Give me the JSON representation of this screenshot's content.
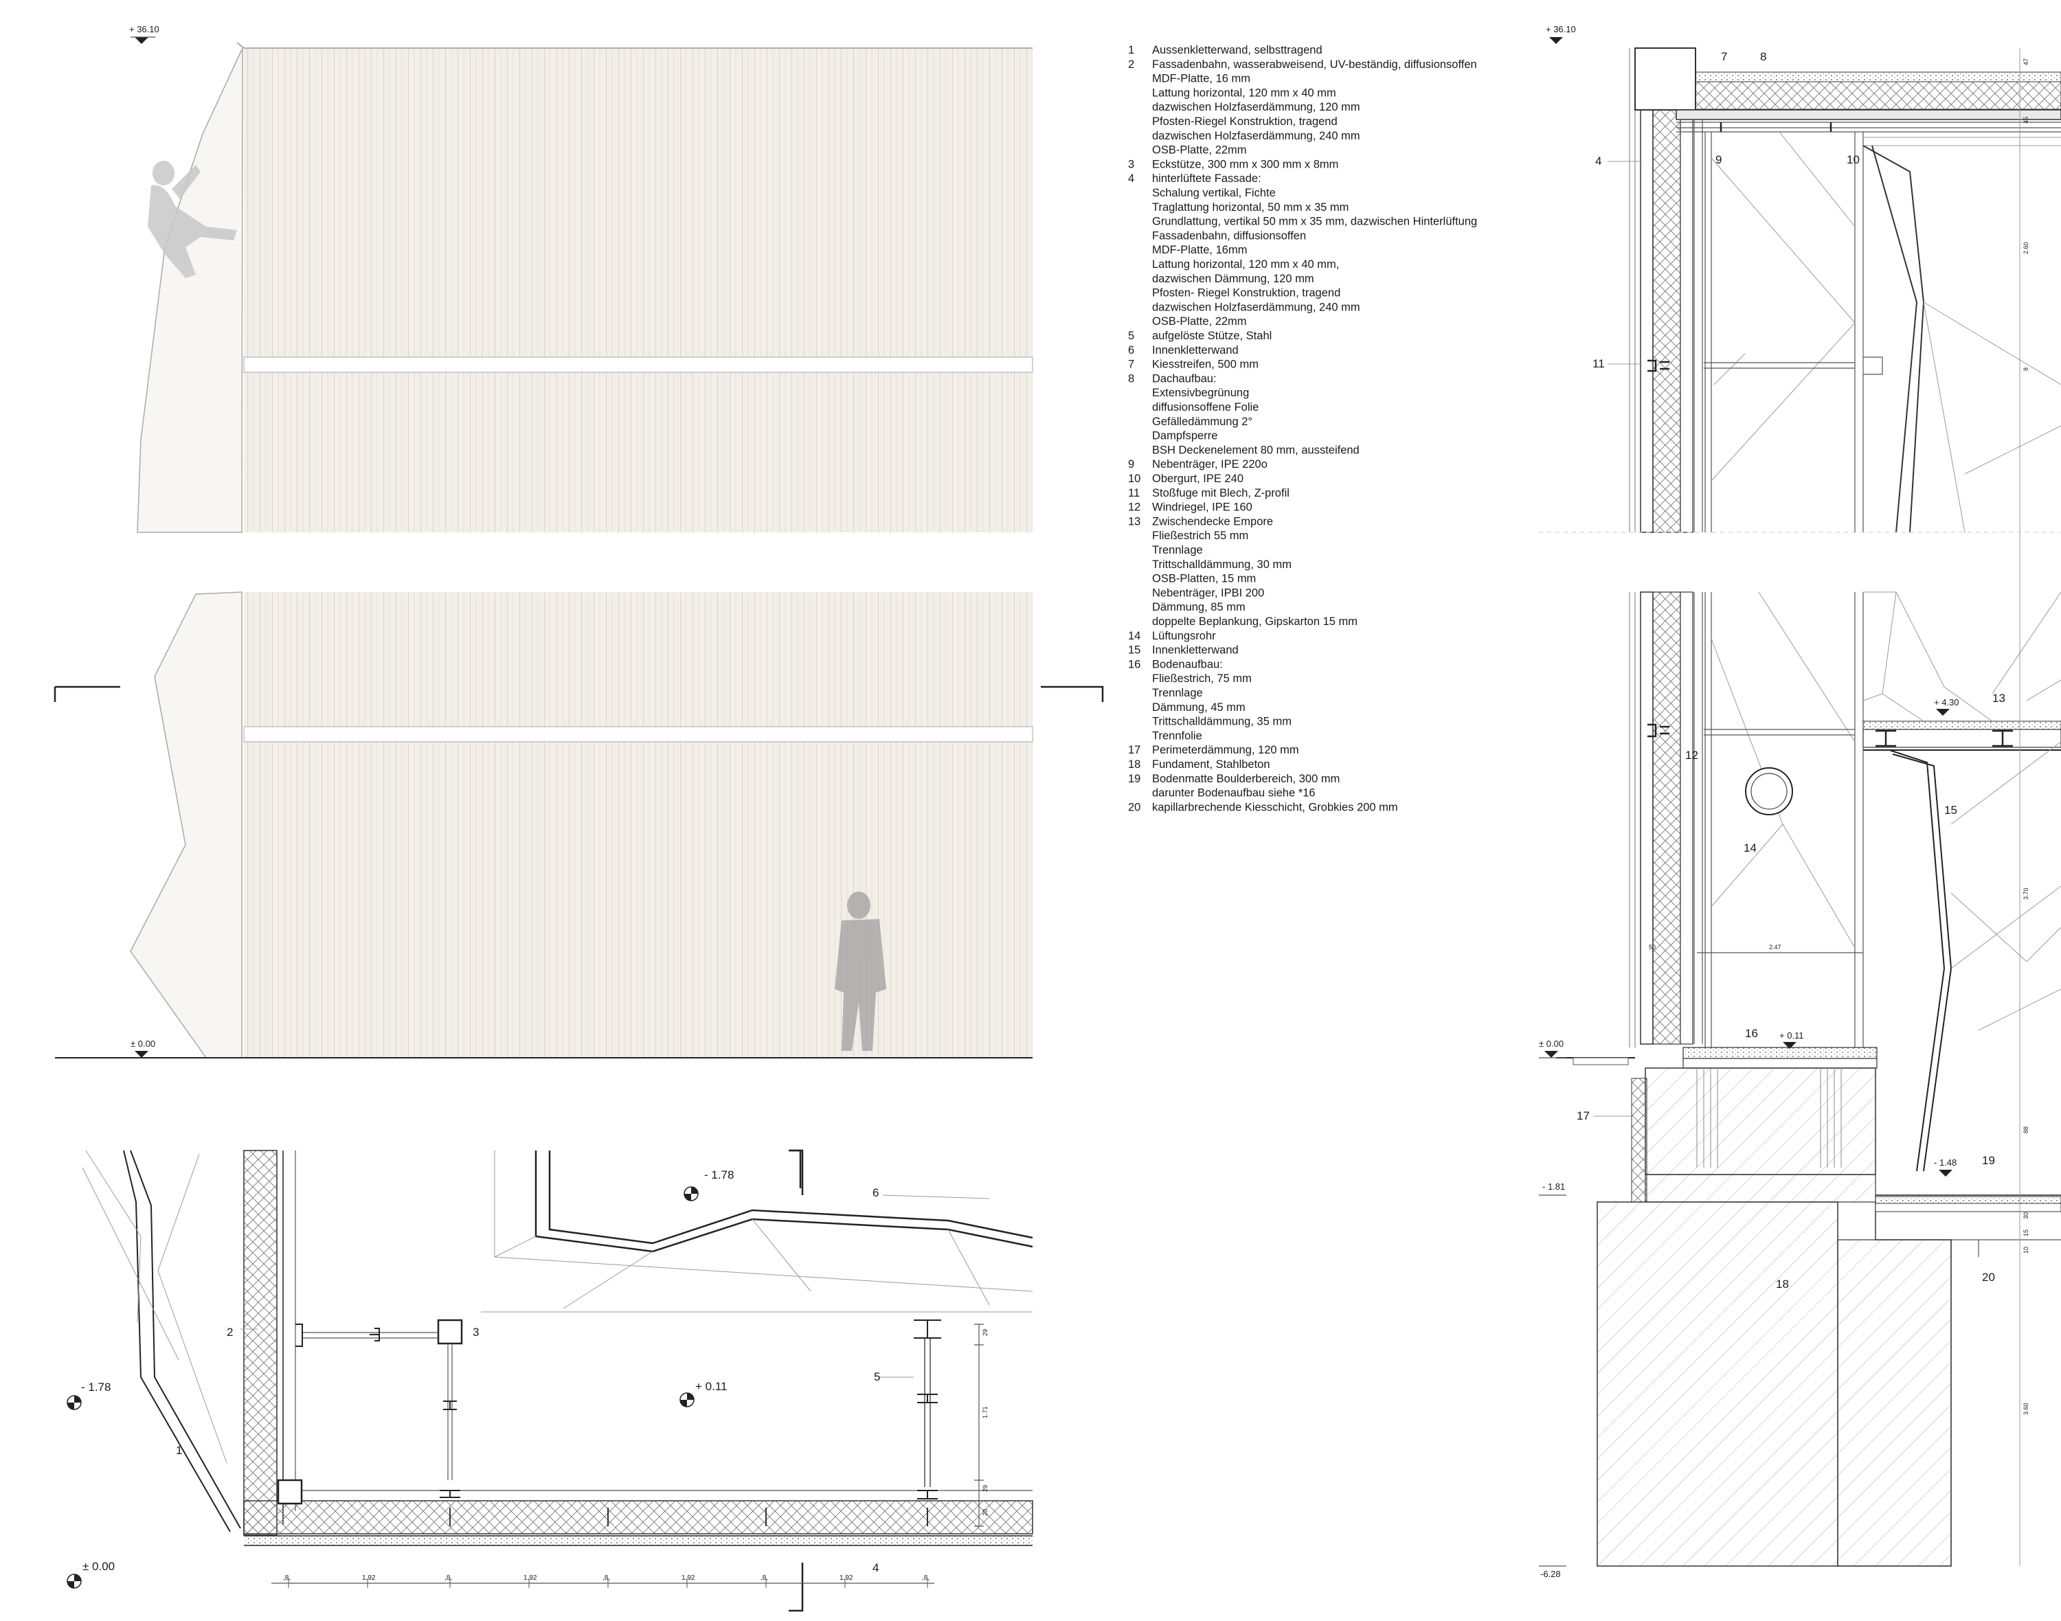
{
  "elevation": {
    "level_top": "+ 36.10",
    "level_ground": "± 0.00"
  },
  "legend": [
    {
      "num": "1",
      "lines": [
        "Aussenkletterwand, selbsttragend"
      ]
    },
    {
      "num": "2",
      "lines": [
        "Fassadenbahn, wasserabweisend, UV-beständig, diffusionsoffen",
        "MDF-Platte, 16 mm",
        "Lattung horizontal,  120 mm x 40 mm",
        "dazwischen Holzfaserdämmung, 120 mm",
        "Pfosten-Riegel Konstruktion, tragend",
        "dazwischen Holzfaserdämmung, 240 mm",
        "OSB-Platte, 22mm"
      ]
    },
    {
      "num": "3",
      "lines": [
        "Eckstütze, 300 mm x 300 mm x 8mm"
      ]
    },
    {
      "num": "4",
      "lines": [
        "hinterlüftete Fassade:",
        "Schalung vertikal, Fichte",
        "Traglattung horizontal, 50 mm x 35 mm",
        "Grundlattung, vertikal 50 mm x 35 mm, dazwischen Hinterlüftung",
        "Fassadenbahn, diffusionsoffen",
        "MDF-Platte, 16mm",
        "Lattung horizontal, 120 mm x 40 mm,",
        "dazwischen Dämmung, 120 mm",
        "Pfosten- Riegel Konstruktion, tragend",
        "dazwischen Holzfaserdämmung, 240 mm",
        "OSB-Platte, 22mm"
      ]
    },
    {
      "num": "5",
      "lines": [
        "aufgelöste Stütze, Stahl"
      ]
    },
    {
      "num": "6",
      "lines": [
        "Innenkletterwand"
      ]
    },
    {
      "num": "7",
      "lines": [
        "Kiesstreifen, 500 mm"
      ]
    },
    {
      "num": "8",
      "lines": [
        "Dachaufbau:",
        "Extensivbegrünung",
        "diffusionsoffene Folie",
        "Gefälledämmung 2°",
        "Dampfsperre",
        "BSH Deckenelement 80 mm, aussteifend"
      ]
    },
    {
      "num": "9",
      "lines": [
        "Nebenträger, IPE 220o"
      ]
    },
    {
      "num": "10",
      "lines": [
        "Obergurt, IPE 240"
      ]
    },
    {
      "num": "11",
      "lines": [
        "Stoßfuge mit Blech, Z-profil"
      ]
    },
    {
      "num": "12",
      "lines": [
        "Windriegel, IPE 160"
      ]
    },
    {
      "num": "13",
      "lines": [
        "Zwischendecke Empore",
        "Fließestrich 55 mm",
        "Trennlage",
        "Trittschalldämmung, 30 mm",
        "OSB-Platten, 15 mm",
        "Nebenträger, IPBI 200",
        "Dämmung, 85 mm",
        "doppelte Beplankung, Gipskarton 15 mm"
      ]
    },
    {
      "num": "14",
      "lines": [
        "Lüftungsrohr"
      ]
    },
    {
      "num": "15",
      "lines": [
        "Innenkletterwand"
      ]
    },
    {
      "num": "16",
      "lines": [
        "Bodenaufbau:",
        "Fließestrich, 75 mm",
        "Trennlage",
        "Dämmung, 45 mm",
        "Trittschalldämmung, 35 mm",
        "Trennfolie"
      ]
    },
    {
      "num": "17",
      "lines": [
        "Perimeterdämmung, 120 mm"
      ]
    },
    {
      "num": "18",
      "lines": [
        "Fundament, Stahlbeton"
      ]
    },
    {
      "num": "19",
      "lines": [
        "Bodenmatte Boulderbereich, 300 mm",
        "darunter Bodenaufbau siehe *16"
      ]
    },
    {
      "num": "20",
      "lines": [
        "kapillarbrechende Kiesschicht, Grobkies 200 mm"
      ]
    }
  ],
  "plan": {
    "level_minus_top": "- 1.78",
    "level_minus_left": "- 1.78",
    "level_inside": "+ 0.11",
    "level_zero": "± 0.00",
    "labels": {
      "l1": "1",
      "l2": "2",
      "l3": "3",
      "l4": "4",
      "l5": "5",
      "l6": "6"
    },
    "dims": [
      ",8,",
      "1.92",
      ",8,",
      "1.92",
      ",8,",
      "1.92",
      ",8,",
      "1.92",
      ",8,"
    ],
    "vdims": [
      "29",
      "1.71",
      "29",
      "20"
    ]
  },
  "section": {
    "level_top": "+ 36.10",
    "level_zero": "± 0.00",
    "level_floor": "+ 0.11",
    "level_empore": "+ 4.30",
    "level_pit": "- 1.48",
    "level_minus181": "- 1.81",
    "level_bottom": "-6.28",
    "labels": {
      "l4": "4",
      "l7": "7",
      "l8": "8",
      "l9": "9",
      "l10": "10",
      "l11": "11",
      "l12": "12",
      "l13": "13",
      "l14": "14",
      "l15": "15",
      "l16": "16",
      "l17": "17",
      "l18": "18",
      "l19": "19",
      "l20": "20"
    },
    "dim_247": "2.47",
    "dim_50": "50",
    "vdims": [
      "47",
      "45",
      "2.60",
      "8",
      "3.70",
      "88",
      "30",
      "15",
      "10",
      "3.60"
    ]
  }
}
